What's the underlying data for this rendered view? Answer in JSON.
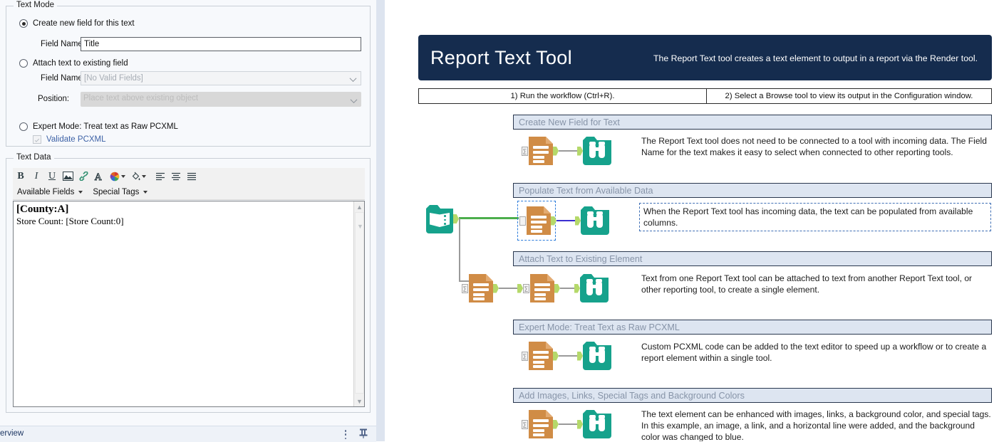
{
  "left_panel": {
    "text_mode": {
      "group_title": "Text Mode",
      "option_create": "Create new field for this text",
      "option_attach": "Attach text to existing field",
      "option_expert": "Expert Mode: Treat text as Raw PCXML",
      "field_name_label_1": "Field Name:",
      "field_name_value": "Title",
      "field_name_label_2": "Field Name:",
      "existing_field_value": "[No Valid Fields]",
      "position_label": "Position:",
      "position_value": "Place text above existing object",
      "validate_checkbox_label": "Validate PCXML"
    },
    "text_data": {
      "group_title": "Text Data",
      "toolbar": [
        {
          "name": "bold-icon",
          "glyph": "B"
        },
        {
          "name": "italic-icon",
          "glyph": "I"
        },
        {
          "name": "underline-icon",
          "glyph": "U"
        },
        {
          "name": "insert-image-icon",
          "glyph": "⛰"
        },
        {
          "name": "insert-link-icon",
          "glyph": "🔗"
        },
        {
          "name": "font-icon",
          "glyph": "A"
        },
        {
          "name": "text-color-icon",
          "glyph": "●"
        },
        {
          "name": "fill-color-icon",
          "glyph": "◑"
        },
        {
          "name": "align-left-icon",
          "glyph": "≡"
        },
        {
          "name": "align-center-icon",
          "glyph": "≡"
        },
        {
          "name": "align-justify-icon",
          "glyph": "≡"
        }
      ],
      "available_fields": "Available Fields",
      "special_tags": "Special Tags",
      "editor_line_1": "[County:A]",
      "editor_line_2": "Store Count: [Store Count:0]"
    },
    "bottom_strip": {
      "tab_label": "erview",
      "menu_icon": "more-vertical-icon",
      "pin_icon": "pin-icon"
    }
  },
  "right_panel": {
    "hero": {
      "title": "Report Text Tool",
      "subtitle": "The Report Text tool creates a text element to output in a report via the Render tool.",
      "background": "#152c4e"
    },
    "steps": [
      "1) Run the workflow (Ctrl+R).",
      "2) Select a Browse tool to view its output in the Configuration window."
    ],
    "sections": [
      {
        "heading": "Create New Field for Text",
        "body": "The Report Text tool does not need to be connected to a tool with incoming data. The Field Name for the text makes it easy to select when connected to other reporting tools."
      },
      {
        "heading": "Populate Text from Available Data",
        "body": "When the Report Text tool has incoming data, the text can be populated from available columns."
      },
      {
        "heading": "Attach Text to Existing Element",
        "body": "Text from one Report Text tool can be attached to text from another Report Text tool, or other reporting tool, to create a single element."
      },
      {
        "heading": "Expert Mode: Treat Text as Raw PCXML",
        "body": "Custom PCXML code can be added to the text editor to speed up a workflow or to create a report element within a single tool."
      },
      {
        "heading": "Add Images, Links, Special Tags and Background Colors",
        "body": "The text element can be enhanced with images, links, a background color, and special tags. In this example, an image, a link, and a horizontal line were added, and the background color was changed to blue."
      }
    ],
    "colors": {
      "section_header_bg": "#dde5f1",
      "section_header_text": "#8794a8",
      "report_text_tool_icon": "#d08c46",
      "browse_tool_icon": "#16a28c",
      "input_data_tool_icon": "#16a28c",
      "connection_green": "#4cae4c",
      "connection_blue": "#3b2fd1",
      "selection_outline": "#2f7ddb"
    }
  }
}
